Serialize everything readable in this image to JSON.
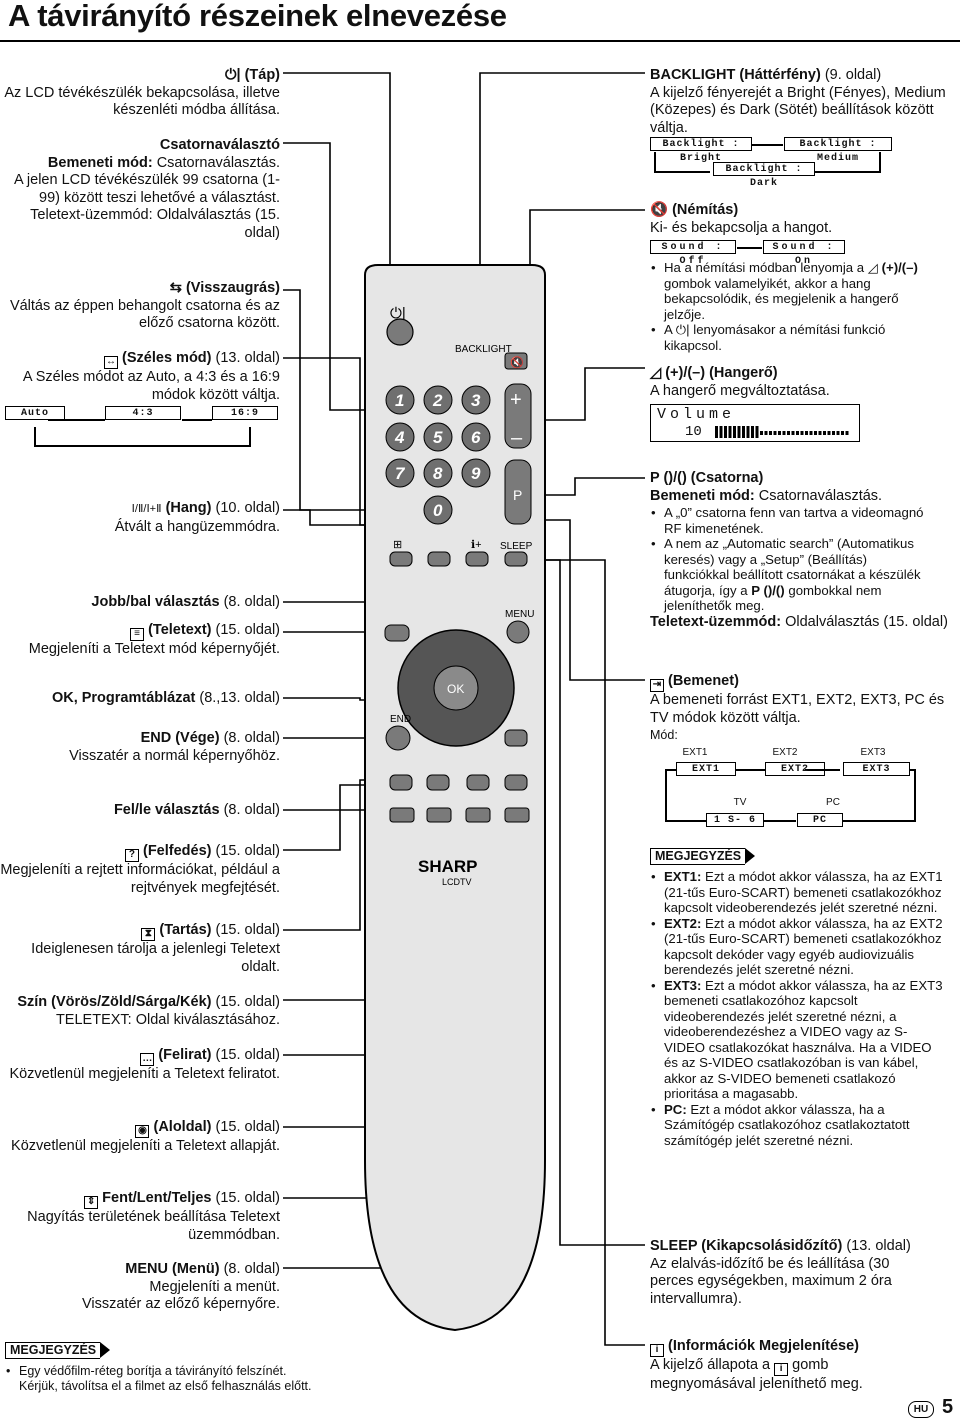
{
  "page_title": "A távirányító részeinek elnevezése",
  "left": {
    "power": {
      "label": "(Táp)",
      "desc": "Az LCD tévékészülék bekapcsolása, illetve készenléti módba állítása."
    },
    "channel": {
      "label": "Csatornaválasztó",
      "l1_bold": "Bemeneti mód:",
      "l1": "Csatornaválasztás.",
      "l2": "A jelen LCD tévékészülék 99 csatorna (1-99) között teszi lehetővé a választást.",
      "l3_a": "Teletext-üzemmód:",
      "l3_b": "Oldalválasztás (15. oldal)"
    },
    "flashback": {
      "label": "(Visszaugrás)",
      "desc": "Váltás az éppen behangolt csatorna és az előző csatorna között."
    },
    "wide": {
      "label": "(Széles mód)",
      "ref": "(13. oldal)",
      "desc": "A Széles módot az Auto, a 4:3 és a 16:9 módok között váltja.",
      "modes": [
        "Auto",
        "4:3",
        "16:9"
      ]
    },
    "sound": {
      "label": "(Hang)",
      "ref": "(10. oldal)",
      "desc": "Átvált a hangüzemmódra."
    },
    "lr": {
      "label": "Jobb/bal választás",
      "ref": "(8. oldal)"
    },
    "teletext": {
      "label": "(Teletext)",
      "ref": "(15. oldal)",
      "desc": "Megjeleníti a Teletext mód képernyőjét."
    },
    "ok": {
      "label": "OK, Programtáblázat",
      "ref": "(8.,13. oldal)"
    },
    "end": {
      "label": "END (Vége)",
      "ref": "(8. oldal)",
      "desc": "Visszatér a normál képernyőhöz."
    },
    "updown": {
      "label": "Fel/le választás",
      "ref": "(8. oldal)"
    },
    "reveal": {
      "label": "(Felfedés)",
      "ref": "(15. oldal)",
      "desc": "Megjeleníti a rejtett információkat, például a rejtvények megfejtését."
    },
    "hold": {
      "label": "(Tartás)",
      "ref": "(15. oldal)",
      "desc": "Ideiglenesen tárolja a jelenlegi Teletext oldalt."
    },
    "color": {
      "label": "Szín (Vörös/Zöld/Sárga/Kék)",
      "ref": "(15. oldal)",
      "desc": "TELETEXT: Oldal kiválasztásához."
    },
    "subtitle": {
      "label": "(Felirat)",
      "ref": "(15. oldal)",
      "desc": "Közvetlenül megjeleníti a Teletext feliratot."
    },
    "subpage": {
      "label": "(Aloldal)",
      "ref": "(15. oldal)",
      "desc": "Közvetlenül megjeleníti a Teletext allapját."
    },
    "zoom": {
      "label": "Fent/Lent/Teljes",
      "ref": "(15. oldal)",
      "desc": "Nagyítás területének beállítása Teletext üzemmódban."
    },
    "menu": {
      "label": "MENU (Menü)",
      "ref": "(8. oldal)",
      "desc1": "Megjeleníti a menüt.",
      "desc2": "Visszatér az előző képernyőre."
    }
  },
  "right": {
    "backlight": {
      "label": "BACKLIGHT (Háttérfény)",
      "ref": "(9. oldal)",
      "desc": "A kijelző fényerejét a Bright (Fényes), Medium (Közepes) és Dark (Sötét) beállítások között váltja.",
      "osd": [
        "Backlight : Bright",
        "Backlight : Medium",
        "Backlight : Dark"
      ]
    },
    "mute": {
      "label": "(Némítás)",
      "desc": "Ki- és bekapcsolja a hangot.",
      "osd": [
        "Sound : Off",
        "Sound : On"
      ],
      "b1_a": "Ha a némítási módban lenyomja a",
      "b1_b": "(+)/(–)",
      "b1_c": "gombok valamelyikét, akkor a hang bekapcsolódik, és megjelenik a hangerő jelzője.",
      "b2_a": "A",
      "b2_b": "lenyomásakor a némítási funkció kikapcsol."
    },
    "volume": {
      "label": "(+)/(–) (Hangerő)",
      "desc": "A hangerő megváltoztatása.",
      "osd_label": "Volume",
      "osd_value": "10"
    },
    "channel": {
      "label": "P ()/() (Csatorna)",
      "l1_bold": "Bemeneti mód:",
      "l1": "Csatornaválasztás.",
      "b1": "A „0” csatorna fenn van tartva a videomagnó RF kimenetének.",
      "b2": "A nem az „Automatic search” (Automatikus keresés) vagy a „Setup” (Beállítás) funkciókkal beállított csatornákat a készülék átugorja, így a",
      "b2_bold": "P ()/()",
      "b2_end": "gombokkal nem jeleníthetők meg.",
      "l2_bold": "Teletext-üzemmód:",
      "l2": "Oldalválasztás (15. oldal)"
    },
    "input": {
      "label": "(Bemenet)",
      "desc": "A bemeneti forrást EXT1, EXT2, EXT3, PC és TV módok között váltja.",
      "mode_label": "Mód:",
      "modes": [
        {
          "top": "EXT1",
          "box": "EXT1"
        },
        {
          "top": "EXT2",
          "box": "EXT2"
        },
        {
          "top": "EXT3",
          "box": "EXT3"
        },
        {
          "top": "TV",
          "box": "1 S- 6"
        },
        {
          "top": "PC",
          "box": "PC"
        }
      ]
    },
    "notes": {
      "head": "MEGJEGYZÉS",
      "n1_b": "EXT1:",
      "n1": "Ezt a módot akkor válassza, ha az EXT1 (21-tűs Euro-SCART) bemeneti csatlakozókhoz kapcsolt videoberendezés jelét szeretné nézni.",
      "n2_b": "EXT2:",
      "n2": "Ezt a módot akkor válassza, ha az EXT2 (21-tűs Euro-SCART) bemeneti csatlakozókhoz kapcsolt dekóder vagy egyéb audiovizuális berendezés jelét szeretné nézni.",
      "n3_b": "EXT3:",
      "n3": "Ezt a módot akkor válassza, ha az EXT3 bemeneti csatlakozóhoz kapcsolt videoberendezés jelét szeretné nézni, a videoberendezéshez a VIDEO vagy az S-VIDEO csatlakozókat használva. Ha a VIDEO és az S-VIDEO csatlakozóban is van kábel, akkor az S-VIDEO bemeneti csatlakozó prioritása a magasabb.",
      "n4_b": "PC:",
      "n4": "Ezt a módot akkor válassza, ha a Számítógép csatlakozóhoz csatlakoztatott számítógép jelét szeretné nézni."
    },
    "sleep": {
      "label": "SLEEP (Kikapcsolásidőzítő)",
      "ref": "(13. oldal)",
      "desc": "Az elalvás-időzítő be és leállítása (30 perces egységekben, maximum 2 óra intervallumra)."
    },
    "info": {
      "label": "(Információk Megjelenítése)",
      "desc_a": "A kijelző állapota a",
      "desc_b": "gomb megnyomásával jeleníthető meg."
    }
  },
  "bottom_note": {
    "head": "MEGJEGYZÉS",
    "line1": "Egy védőfilm-réteg borítja a távirányító felszínét.",
    "line2": "Kérjük, távolítsa el a filmet az első felhasználás előtt."
  },
  "remote": {
    "backlight": "BACKLIGHT",
    "digits": [
      "1",
      "2",
      "3",
      "4",
      "5",
      "6",
      "7",
      "8",
      "9",
      "0"
    ],
    "plus": "+",
    "minus": "–",
    "p": "P",
    "sleep": "SLEEP",
    "menu": "MENU",
    "ok": "OK",
    "end": "END",
    "brand": "SHARP",
    "model": "LCDTV"
  },
  "footer": {
    "lang": "HU",
    "page": "5"
  }
}
